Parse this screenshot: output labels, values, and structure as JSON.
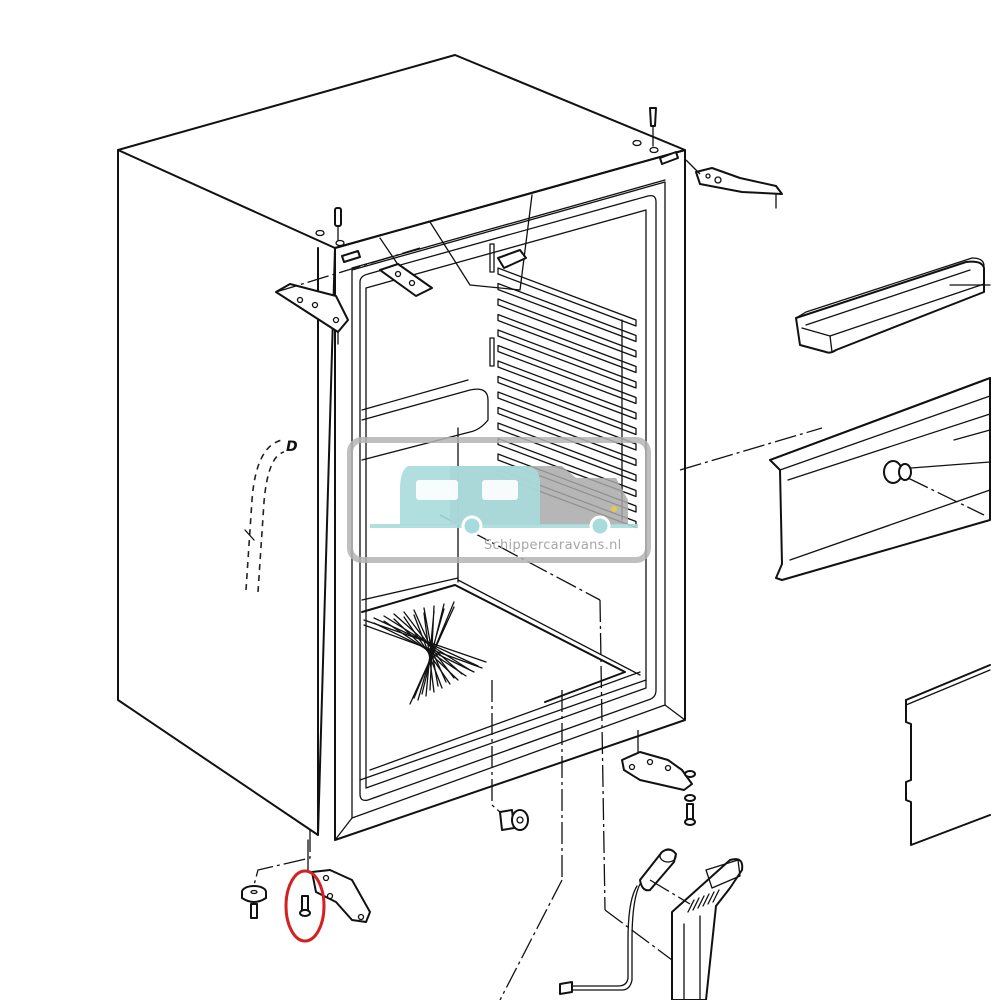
{
  "diagram": {
    "type": "exploded-view technical drawing",
    "subject": "Caravan absorption refrigerator cabinet with mounting parts",
    "line_color": "#111111",
    "background": "#ffffff"
  },
  "watermark": {
    "text": "Schippercaravans.nl",
    "frame_color": "#b4b4b4",
    "caravan_color": "#a8dcdc",
    "camper_color": "#a9a9a9",
    "accent_dot_color": "#e8c84a"
  },
  "callouts": {
    "tube_label": "D"
  },
  "highlight": {
    "shape": "ellipse",
    "color": "#d42020",
    "target": "bottom mounting screw"
  },
  "parts": [
    {
      "id": "cabinet",
      "name": "Refrigerator cabinet"
    },
    {
      "id": "evaporator",
      "name": "Finned evaporator"
    },
    {
      "id": "shelf-bottom",
      "name": "Bottom grid shelf"
    },
    {
      "id": "top-hinge-left",
      "name": "Top hinge bracket (left)"
    },
    {
      "id": "top-hinge-right",
      "name": "Top hinge bracket (right)"
    },
    {
      "id": "top-screws",
      "name": "Top screws"
    },
    {
      "id": "butter-tray",
      "name": "Door tray"
    },
    {
      "id": "control-panel",
      "name": "Control panel strip with knob"
    },
    {
      "id": "side-panel",
      "name": "Side cover panel"
    },
    {
      "id": "bottom-hinge-left",
      "name": "Bottom hinge bracket (left)"
    },
    {
      "id": "bottom-hinge-right",
      "name": "Bottom hinge bracket (right)"
    },
    {
      "id": "foot",
      "name": "Rubber foot with screw"
    },
    {
      "id": "bottom-screw",
      "name": "Bottom mounting screw (highlighted)"
    },
    {
      "id": "lamp-socket",
      "name": "Lamp socket"
    },
    {
      "id": "thermostat-sensor",
      "name": "Thermostat sensor with cable"
    },
    {
      "id": "drain-channel",
      "name": "Drain / air duct"
    },
    {
      "id": "drain-tube",
      "name": "Drain tube (hidden, dashed)"
    }
  ]
}
